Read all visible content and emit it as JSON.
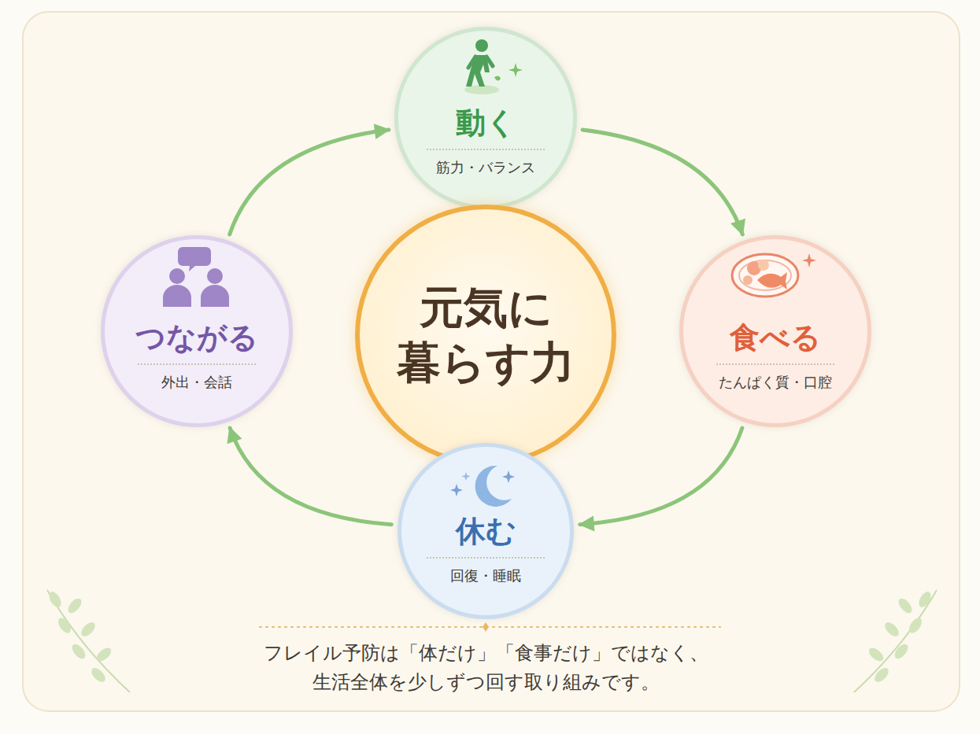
{
  "diagram": {
    "caption": "フレイル予防は「体だけ」「食事だけ」ではなく、 生活全体を少しずつ回す取り組みです。",
    "nodes": [
      {
        "text": [
          "動く",
          "筋力・バランス"
        ]
      },
      {
        "text": [
          "つながる",
          "外出・会話"
        ]
      },
      {
        "text": [
          "元気に 暮らす力"
        ]
      },
      {
        "text": [
          "食べる",
          "たんぱく質・口腔"
        ]
      },
      {
        "text": [
          "休む",
          "回復・睡眠"
        ]
      }
    ],
    "edges": [
      {
        "from": 0,
        "to": 3,
        "arrow": "to"
      },
      {
        "from": 3,
        "to": 4,
        "arrow": "to"
      },
      {
        "from": 4,
        "to": 1,
        "arrow": "to"
      },
      {
        "from": 1,
        "to": 0,
        "arrow": "to"
      }
    ]
  }
}
